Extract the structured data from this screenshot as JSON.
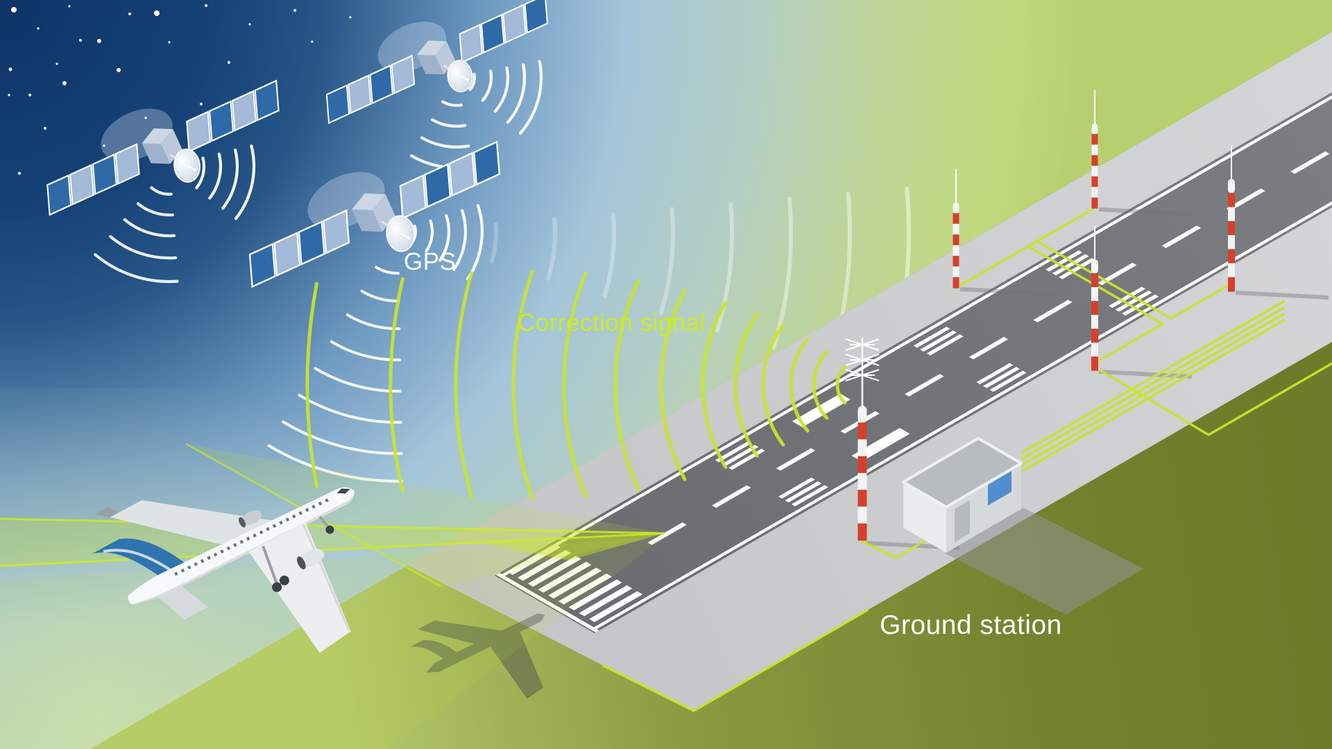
{
  "labels": {
    "gps": "GPS",
    "correction_signal": "Correction signal",
    "ground_station": "Ground station"
  },
  "colors": {
    "sky_dark": "#0e3467",
    "sky_light": "#a9c8dc",
    "sky_green": "#b7d06f",
    "grass_dark": "#6d7b2a",
    "grass_light": "#b5ca6d",
    "apron_gray": "#c8cacb",
    "runway_gray": "#6d7174",
    "marking_white": "#ffffff",
    "signal_green": "#c9e42c",
    "beam_green": "#c6e42e",
    "pole_red": "#d5402c",
    "satellite_panel_dark": "#2e6aa8",
    "satellite_panel_light": "#a3bad8",
    "aircraft_body": "#f6f8f9",
    "aircraft_tail_blue": "#2e74ae",
    "building_wall": "#e9ebec",
    "building_roof": "#b7bcbf",
    "building_window": "#4e8fd0",
    "shadow_gray": "#70757a"
  },
  "scene": {
    "satellites": {
      "count": 3,
      "type": "GPS satellites"
    },
    "aircraft": {
      "type": "passenger jet on approach",
      "tail_color": "#2e74ae"
    },
    "runway": {
      "features": [
        "threshold stripes",
        "centerline dashes",
        "aiming point bars",
        "touchdown zone stripes",
        "edge lines"
      ]
    },
    "ground_station": {
      "building": true,
      "vdb_antenna_mast": true,
      "reference_poles": 4,
      "cable_color": "#c9e42c"
    },
    "signals": {
      "gps_signal_color": "#ffffff",
      "correction_signal_color": "#c9e42c",
      "approach_beam_color": "#c6e42e"
    }
  }
}
